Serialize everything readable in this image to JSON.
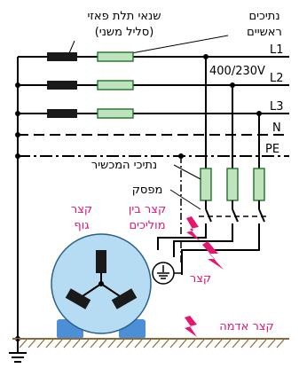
{
  "labels": {
    "secondary_transformers_line1": "שנאי תלת פאזי",
    "secondary_transformers_line2": "(סליל משני)",
    "main_fuses_line1": "נתיכים",
    "main_fuses_line2": "ראשיים",
    "voltage": "400/230V",
    "device_fuses": "נתיכי המכשיר",
    "switch": "מפסק",
    "short_between_conductors_line1": "קצר בין",
    "short_between_conductors_line2": "מוליכים",
    "body_short_line1": "קצר",
    "body_short_line2": "גוף",
    "short": "קצר",
    "ground_short": "קצר אדמה"
  },
  "lines": [
    "L1",
    "L2",
    "L3",
    "N",
    "PE"
  ],
  "colors": {
    "line": "#000000",
    "transformer_coil": "#1a1a1a",
    "fuse_fill": "#bfe3bd",
    "fuse_stroke": "#2c7a34",
    "motor_fill": "#b5dcf2",
    "motor_base": "#4c8fd6",
    "accent_pink": "#e6156e",
    "ground_hatch": "#8a6a3a"
  },
  "icons": {
    "ground_symbol": "earth-ground-icon",
    "lightning": "lightning-bolt-icon",
    "motor_terminal_ground": "protective-earth-icon"
  }
}
